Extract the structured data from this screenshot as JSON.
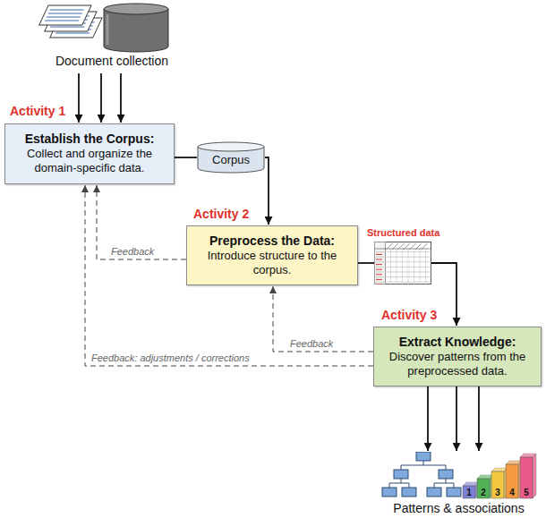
{
  "diagram": {
    "nodes": [
      {
        "text": [
          "Document collection"
        ]
      },
      {
        "text": [
          "Activity 1",
          "Establish the Corpus:",
          "Collect and organize the domain-specific data."
        ]
      },
      {
        "text": [
          "Corpus"
        ]
      },
      {
        "text": [
          "Activity 2",
          "Preprocess the Data:",
          "Introduce structure to the corpus."
        ]
      },
      {
        "text": [
          "Structured data"
        ]
      },
      {
        "text": [
          "Activity 3",
          "Extract Knowledge:",
          "Discover patterns from the preprocessed data."
        ]
      },
      {
        "text": [
          "Patterns & associations"
        ]
      }
    ],
    "edges": [
      {
        "from": 0,
        "to": 1,
        "arrow": "to"
      },
      {
        "from": 0,
        "to": 1,
        "arrow": "to"
      },
      {
        "from": 0,
        "to": 1,
        "arrow": "to"
      },
      {
        "from": 1,
        "to": 2,
        "arrow": "none"
      },
      {
        "from": 2,
        "to": 3,
        "arrow": "to"
      },
      {
        "from": 3,
        "to": 4,
        "arrow": "none"
      },
      {
        "from": 4,
        "to": 5,
        "arrow": "to"
      },
      {
        "from": 5,
        "to": 6,
        "arrow": "to"
      },
      {
        "from": 5,
        "to": 6,
        "arrow": "to"
      },
      {
        "from": 5,
        "to": 6,
        "arrow": "to"
      },
      {
        "from": 3,
        "to": 1,
        "label": "Feedback",
        "arrow": "to"
      },
      {
        "from": 5,
        "to": 3,
        "label": "Feedback",
        "arrow": "to"
      },
      {
        "from": 5,
        "to": 1,
        "label": "Feedback: adjustments / corrections",
        "arrow": "to"
      }
    ],
    "labels": [
      "1",
      "2",
      "3",
      "4",
      "5"
    ]
  }
}
